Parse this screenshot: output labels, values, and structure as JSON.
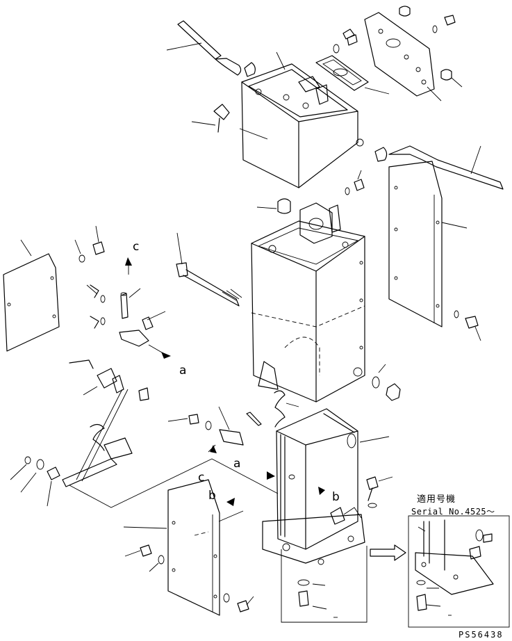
{
  "labels": {
    "a_upper": "a",
    "a_lower": "a",
    "b_right": "b",
    "b_left": "b",
    "c_upper": "c",
    "c_lower": "c"
  },
  "inset": {
    "title_jp": "適用号機",
    "serial": "Serial No.4525〜"
  },
  "drawing_code": "PS56438"
}
